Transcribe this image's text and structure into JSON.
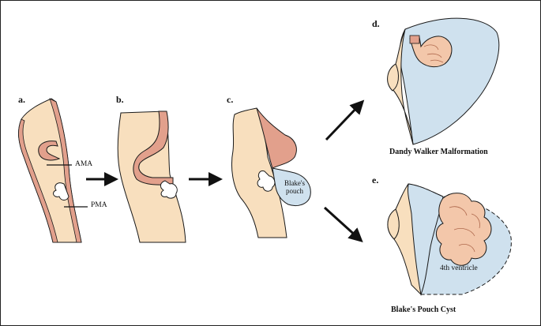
{
  "panels": {
    "a": "a.",
    "b": "b.",
    "c": "c.",
    "d": "d.",
    "e": "e."
  },
  "labels": {
    "ama": "AMA",
    "pma": "PMA",
    "blakes_pouch_line1": "Blake's",
    "blakes_pouch_line2": "pouch",
    "fourth_ventricle": "4th ventricle"
  },
  "captions": {
    "d": "Dandy Walker Malformation",
    "e": "Blake's Pouch Cyst"
  },
  "colors": {
    "tissue": "#f8dfbe",
    "membrane": "#e2a08c",
    "cyst": "#cfe1ee",
    "cerebellum": "#f3c7aa",
    "outline": "#1a1a1a"
  }
}
